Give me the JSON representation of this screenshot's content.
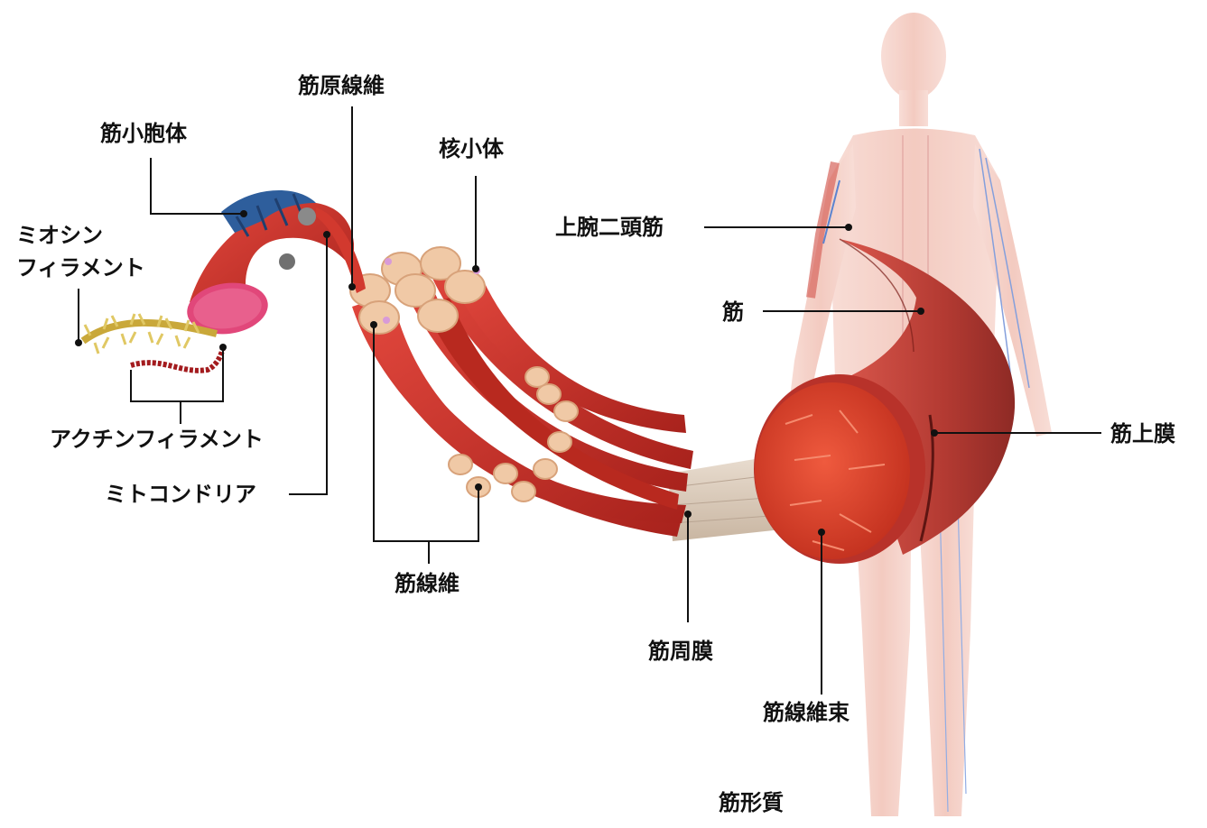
{
  "labels": {
    "sarcoplasmic_reticulum": "筋小胞体",
    "myofibril": "筋原線維",
    "nucleolus": "核小体",
    "myosin_line1": "ミオシン",
    "myosin_line2": "フィラメント",
    "biceps": "上腕二頭筋",
    "muscle": "筋",
    "epimysium": "筋上膜",
    "actin": "アクチンフィラメント",
    "mitochondria": "ミトコンドリア",
    "muscle_fiber": "筋線維",
    "perimysium": "筋周膜",
    "fascicle": "筋線維束",
    "sarcoplasm": "筋形質"
  },
  "colors": {
    "muscle_red": "#c8322a",
    "muscle_dark": "#8e1c18",
    "reticulum_blue": "#2e5e9c",
    "myosin_yellow": "#c9a83a",
    "actin_red": "#a31b1e",
    "tendon": "#d8c9b8",
    "body_tint": "#f3c7bd",
    "leader": "#111111"
  }
}
